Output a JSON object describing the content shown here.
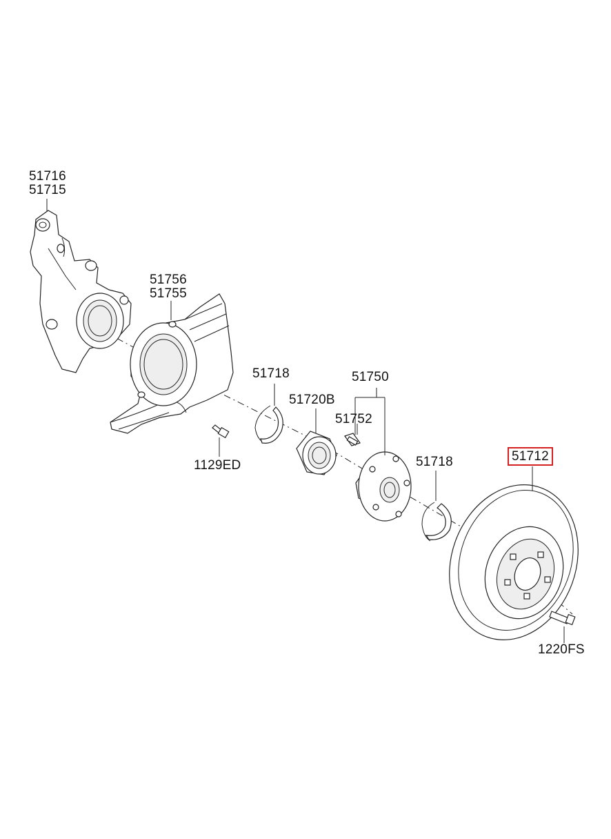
{
  "callouts": {
    "knuckle": [
      "51716",
      "51715"
    ],
    "dust_cover": [
      "51756",
      "51755"
    ],
    "snap_ring_inner": "51718",
    "bearing": "51720B",
    "hub_assembly": "51750",
    "hub_bolt": "51752",
    "cover_bolt": "1129ED",
    "snap_ring_outer": "51718",
    "brake_disc": "51712",
    "disc_screw": "1220FS"
  },
  "highlight_color": "#d42020",
  "highlighted_part": "brake_disc"
}
